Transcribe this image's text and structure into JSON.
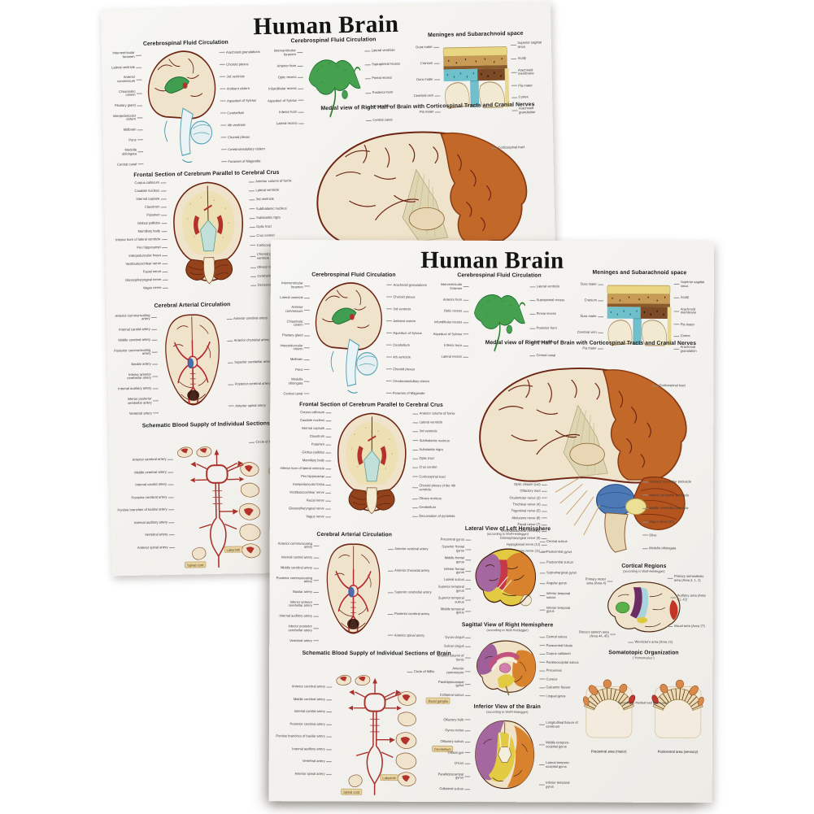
{
  "scene": {
    "description_counts": {
      "poster_copies": 2
    },
    "colors": {
      "page_background": "#ffffff",
      "poster_background": "#f4f2ee",
      "brain_cream": "#efe3cb",
      "sulci_brown": "#6e2413",
      "posterior_orange": "#c2692a",
      "cerebellum_rust": "#b4541f",
      "ventricle_green": "#46a14e",
      "csf_teal": "#59a3b5",
      "artery_red": "#b3272d",
      "pons_blue": "#4d79b5",
      "lobe_purple": "#a4679f",
      "lobe_yellow": "#e2ca43",
      "lobe_orange": "#d9822e",
      "motor_red": "#c4384a",
      "chip_tan": "#e9d6a4"
    }
  },
  "poster": {
    "title": "Human Brain",
    "csf1": {
      "heading": "Cerebrospinal Fluid Circulation",
      "left": [
        "Interventricular foramen",
        "Lateral ventricle",
        "Anterior commissure",
        "Chiasmatic cistern",
        "Pituitary gland",
        "Interpeduncular cistern",
        "Midbrain",
        "Pons",
        "Medulla oblongata",
        "Central canal"
      ],
      "right": [
        "Arachnoid granulations",
        "Choroid plexus",
        "3rd ventricle",
        "Ambient cistern",
        "Aqueduct of Sylvius",
        "Cerebellum",
        "4th ventricle",
        "Choroid plexus",
        "Cerebromedullary cistern",
        "Foramen of Magendie"
      ]
    },
    "csf2": {
      "heading": "Cerebrospinal Fluid Circulation",
      "left": [
        "Interventricular foramen",
        "Anterior horn",
        "Optic recess",
        "Infundibular recess",
        "Aqueduct of Sylvius",
        "Inferior horn",
        "Lateral recess"
      ],
      "right": [
        "Lateral ventricle",
        "Suprapineal recess",
        "Pineal recess",
        "Posterior horn",
        "4th ventricle",
        "Central canal"
      ]
    },
    "meninges": {
      "heading": "Meninges and Subarachnoid space",
      "left": [
        "Dura mater",
        "Cranium",
        "Dura mater",
        "Cerebral vein",
        "Pia mater"
      ],
      "right": [
        "Superior sagittal sinus",
        "Scalp",
        "Arachnoid membrane",
        "Pia mater",
        "Cortex",
        "Arachnoid granulation"
      ]
    },
    "medial": {
      "heading": "Medial view of Right Half of Brain with Corticospinal Tracts and Cranial Nerves",
      "tract_label": "Corticospinal tract",
      "left": [
        "Optic chiasm (cut)",
        "Olfactory tract",
        "Oculomotor nerve (3)",
        "Trochlear nerve (4)",
        "Trigeminal nerve (5)",
        "Abducens nerve (6)",
        "Facial nerve (7)",
        "Vestibulocochlear nerve (8)",
        "Glossopharyngeal nerve (9)",
        "Hypoglossal nerve (12)",
        "Accessory nerve (11)"
      ],
      "right": [
        "Superior cerebellar peduncle",
        "Inferior cerebellar peduncle",
        "Middle cerebellar peduncle",
        "Vagus nerve (10)",
        "Olive",
        "Medulla oblongata"
      ]
    },
    "frontal": {
      "heading": "Frontal Section of Cerebrum Parallel to Cerebral Crus",
      "left": [
        "Corpus callosum",
        "Caudate nucleus",
        "Internal capsule",
        "Claustrum",
        "Putamen",
        "Globus pallidus",
        "Mamillary body",
        "Inferior horn of lateral ventricle",
        "Pes hippocampi",
        "Interpeduncular fossa",
        "Vestibulocochlear nerve",
        "Facial nerve",
        "Glossopharyngeal nerve",
        "Vagus nerve"
      ],
      "right": [
        "Anterior column of fornix",
        "Lateral ventricle",
        "3rd ventricle",
        "Subthalamic nucleus",
        "Substantia nigra",
        "Optic tract",
        "Crus cerebri",
        "Corticospinal tract",
        "Choroid plexus of the 4th ventricle",
        "Olivary nucleus",
        "Cerebellum",
        "Decussation of pyramids"
      ]
    },
    "arterial": {
      "heading": "Cerebral Arterial Circulation",
      "left": [
        "Anterior communicating artery",
        "Internal carotid artery",
        "Middle cerebral artery",
        "Posterior communicating artery",
        "Basilar artery",
        "Inferior anterior cerebellar artery",
        "Internal auditory artery",
        "Inferior posterior cerebellar artery",
        "Vertebral artery"
      ],
      "right": [
        "Anterior cerebral artery",
        "Anterior choroidal artery",
        "Superior cerebellar artery",
        "Posterior cerebral artery",
        "Anterior spinal artery"
      ]
    },
    "blood": {
      "heading": "Schematic Blood Supply of Individual Sections of Brain",
      "circle_label": "Circle of Willis",
      "left": [
        "Anterior cerebral artery",
        "Middle cerebral artery",
        "Internal carotid artery",
        "Posterior cerebral artery",
        "Pontine branches of basilar artery",
        "Internal auditory artery",
        "Vertebral artery",
        "Anterior spinal artery"
      ],
      "chips": [
        "Basal ganglia",
        "Cerebellum",
        "Labyrinth",
        "Spinal cord"
      ]
    },
    "lateral": {
      "heading": "Lateral View of Left Hemisphere",
      "subtitle": "(according to Wolf-Heidegger)",
      "left": [
        "Precentral gyrus",
        "Superior frontal gyrus",
        "Middle frontal gyrus",
        "Inferior frontal gyrus",
        "Lateral sulcus",
        "Superior temporal gyrus",
        "Superior temporal sulcus",
        "Middle temporal gyrus"
      ],
      "right": [
        "Central sulcus",
        "Postcentral gyrus",
        "Postcentral sulcus",
        "Supramarginal gyrus",
        "Angular gyrus",
        "Inferior temporal sulcus",
        "Inferior temporal gyrus"
      ]
    },
    "sagittal": {
      "heading": "Sagittal View of Right Hemisphere",
      "subtitle": "(according to Wolf-Heidegger)",
      "left": [
        "Gyrus cinguli",
        "Sulcus cinguli",
        "Anterior column of fornix",
        "Anterior commissure",
        "Parahippocampal gyrus",
        "Collateral sulcus"
      ],
      "right": [
        "Central sulcus",
        "Paracentral lobule",
        "Corpus callosum",
        "Parietooccipital sulcus",
        "Precuneus",
        "Cuneus",
        "Calcarine fissure",
        "Lingual gyrus"
      ]
    },
    "inferior": {
      "heading": "Inferior View of the Brain",
      "subtitle": "(according to Wolf-Heidegger)",
      "left": [
        "Olfactory bulb",
        "Gyrus rectus",
        "Olfactory sulcus",
        "Orbital gyri",
        "Uncus",
        "Parahippocampal gyrus",
        "Collateral sulcus"
      ],
      "right": [
        "Longitudinal fissure of cerebrum",
        "Middle temporo-occipital gyrus",
        "Lateral temporo-occipital gyrus",
        "Inferior temporal gyrus"
      ]
    },
    "cortical": {
      "heading": "Cortical Regions",
      "subtitle": "(according to Wolf-Heidegger)",
      "labels": [
        "Primary motor area (Area 4)",
        "Primary somesthetic area (Area 3, 1, 2)",
        "Auditory area (Area 41, 42)",
        "Visual area (Area 17)",
        "Broca's speech area (Area 44, 45)",
        "Wernicke's area (Area 22)"
      ]
    },
    "somatotopic": {
      "heading": "Somatotopic Organization",
      "subtitle": "(\"Homunculus\")",
      "note": "according to Penfield and Rasmussen",
      "captions": [
        "Precentral area (motor)",
        "Postcentral area (sensory)"
      ]
    }
  }
}
